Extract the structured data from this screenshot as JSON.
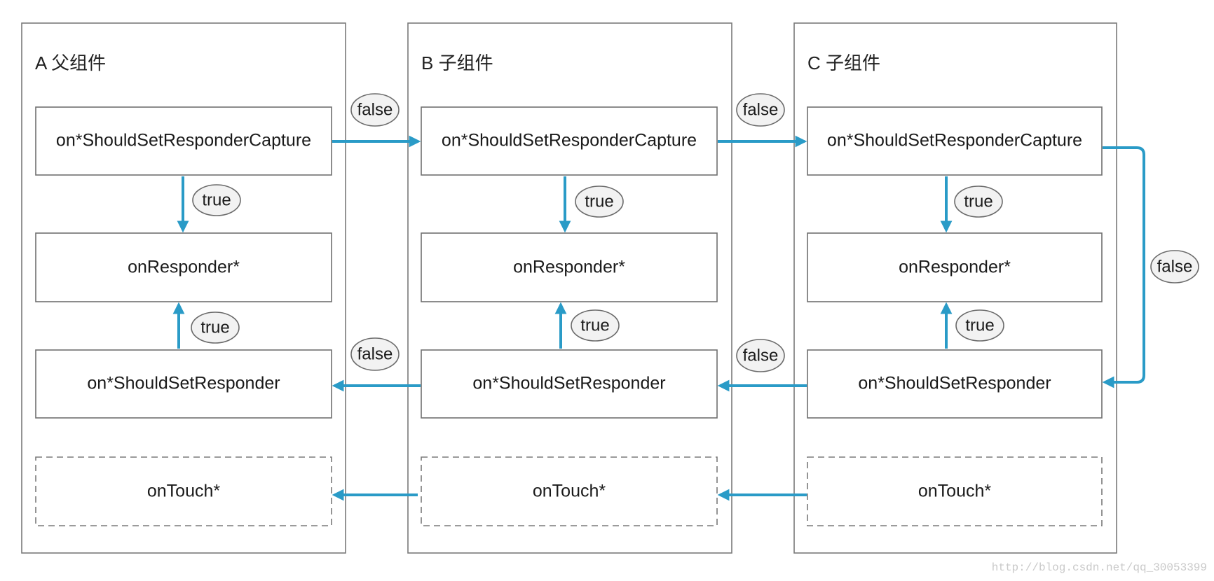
{
  "colors": {
    "arrow": "#2a9bc7",
    "border": "#7a7a7a",
    "pill_fill": "#f2f2f2"
  },
  "panels": [
    {
      "title": "A 父组件",
      "capture": "on*ShouldSetResponderCapture",
      "responder": "onResponder*",
      "should_set": "on*ShouldSetResponder",
      "touch": "onTouch*",
      "true_down": "true",
      "true_up": "true"
    },
    {
      "title": "B 子组件",
      "capture": "on*ShouldSetResponderCapture",
      "responder": "onResponder*",
      "should_set": "on*ShouldSetResponder",
      "touch": "onTouch*",
      "true_down": "true",
      "true_up": "true"
    },
    {
      "title": "C 子组件",
      "capture": "on*ShouldSetResponderCapture",
      "responder": "onResponder*",
      "should_set": "on*ShouldSetResponder",
      "touch": "onTouch*",
      "true_down": "true",
      "true_up": "true"
    }
  ],
  "connectors": {
    "capture_a_to_b": "false",
    "capture_b_to_c": "false",
    "capture_c_to_should_set": "false",
    "should_set_b_to_a": "false",
    "should_set_c_to_b": "false"
  },
  "watermark": "http://blog.csdn.net/qq_30053399"
}
